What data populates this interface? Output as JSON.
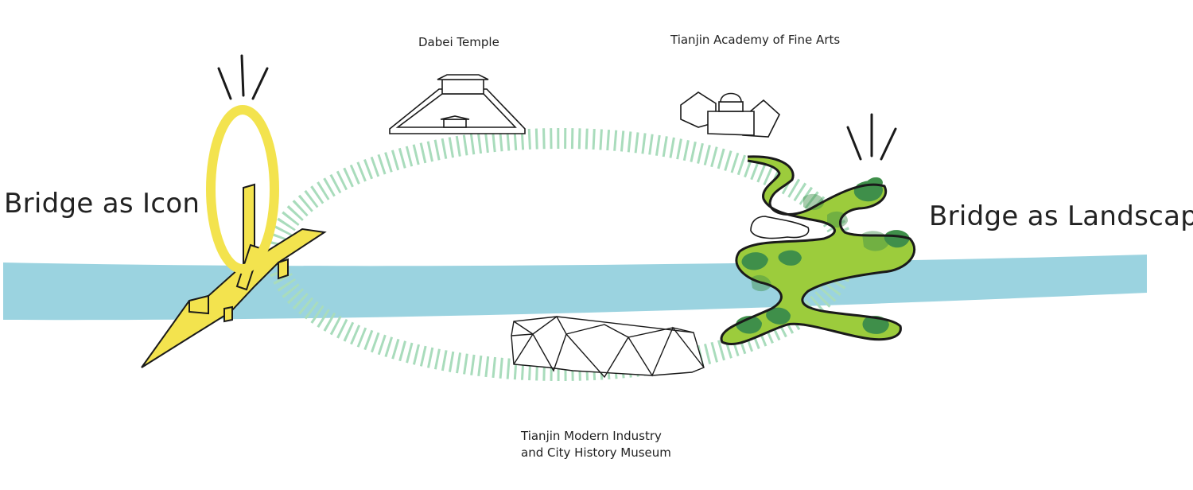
{
  "labels": {
    "bridge_icon": "Bridge as Icon",
    "bridge_landscape": "Bridge as Landscape",
    "dabei_temple": "Dabei Temple",
    "academy": "Tianjin Academy of Fine Arts",
    "museum_line1": "Tianjin Modern Industry",
    "museum_line2": "and City History Museum"
  },
  "colors": {
    "river": "#9bd3e0",
    "ring": "#a9dcbc",
    "icon_bridge": "#f3e34e",
    "landscape_light": "#9ccc3c",
    "landscape_dark": "#3f8f4a",
    "outline": "#1a1a1a"
  }
}
